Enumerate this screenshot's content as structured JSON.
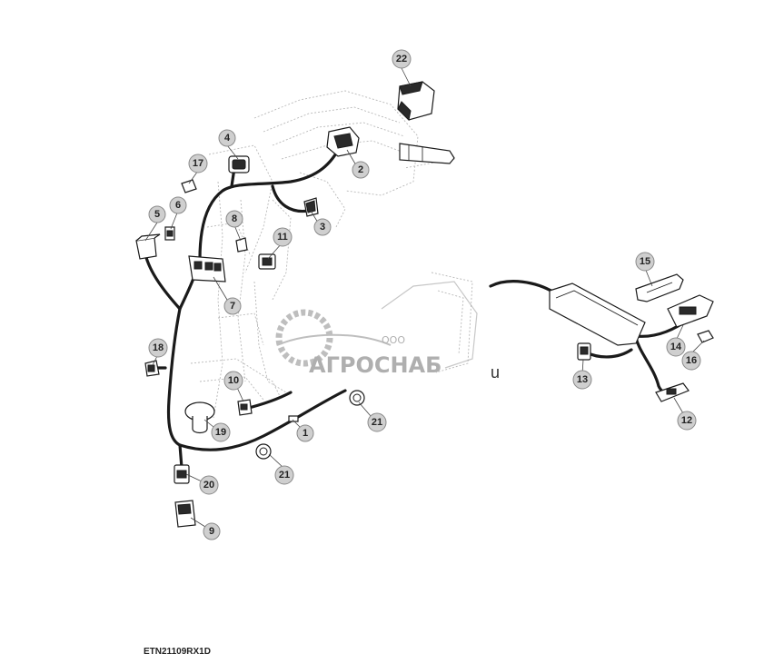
{
  "drawing_code": "ETN21109RX1D",
  "watermark": {
    "company_prefix": "ООО",
    "company_name": "АГРОСНАБ",
    "suffix": "u"
  },
  "callouts": [
    {
      "id": "c1",
      "label": "1"
    },
    {
      "id": "c2",
      "label": "2"
    },
    {
      "id": "c3",
      "label": "3"
    },
    {
      "id": "c4",
      "label": "4"
    },
    {
      "id": "c5",
      "label": "5"
    },
    {
      "id": "c6",
      "label": "6"
    },
    {
      "id": "c7",
      "label": "7"
    },
    {
      "id": "c8",
      "label": "8"
    },
    {
      "id": "c9",
      "label": "9"
    },
    {
      "id": "c10",
      "label": "10"
    },
    {
      "id": "c11",
      "label": "11"
    },
    {
      "id": "c12",
      "label": "12"
    },
    {
      "id": "c13",
      "label": "13"
    },
    {
      "id": "c14",
      "label": "14"
    },
    {
      "id": "c15",
      "label": "15"
    },
    {
      "id": "c16",
      "label": "16"
    },
    {
      "id": "c17",
      "label": "17"
    },
    {
      "id": "c18",
      "label": "18"
    },
    {
      "id": "c19",
      "label": "19"
    },
    {
      "id": "c20",
      "label": "20"
    },
    {
      "id": "c21a",
      "label": "21"
    },
    {
      "id": "c21b",
      "label": "21"
    },
    {
      "id": "c22",
      "label": "22"
    }
  ]
}
